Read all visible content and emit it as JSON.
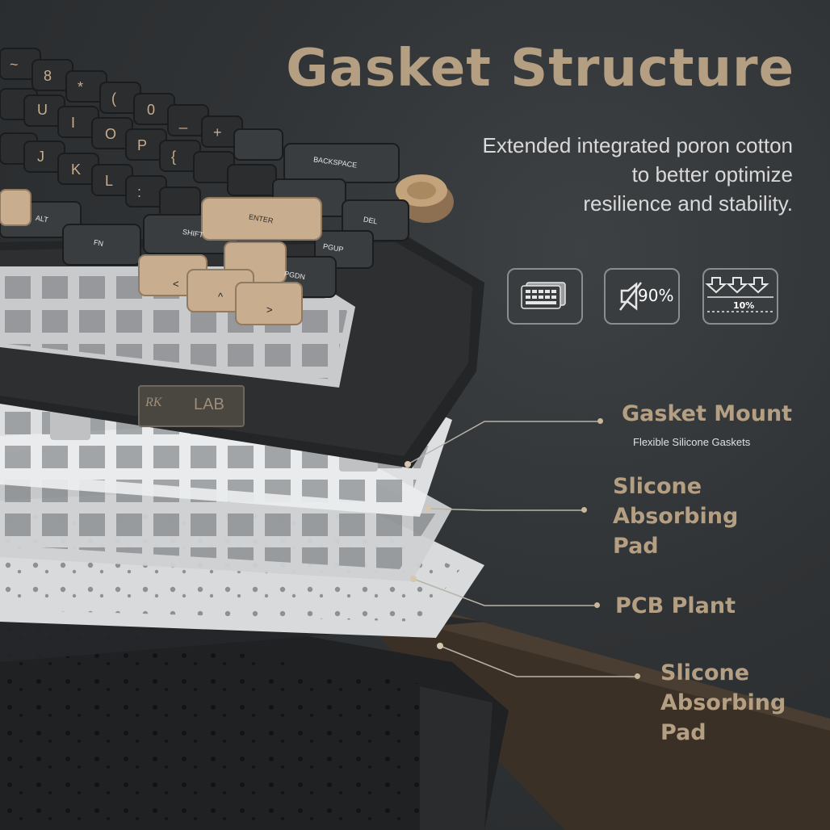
{
  "heading": {
    "title": "Gasket Structure",
    "description_lines": [
      "Extended integrated poron cotton",
      "to better optimize",
      "resilience and stability."
    ]
  },
  "feature_icons": [
    {
      "name": "poron-cotton-layers-icon"
    },
    {
      "name": "noise-reduction-icon",
      "text": "90%"
    },
    {
      "name": "pressure-absorb-icon",
      "text": "10%"
    }
  ],
  "layers": [
    {
      "label_lines": [
        "Gasket Mount"
      ],
      "caption": "Flexible Silicone Gaskets"
    },
    {
      "label_lines": [
        "Slicone",
        "Absorbing",
        "Pad"
      ]
    },
    {
      "label_lines": [
        "PCB Plant"
      ]
    },
    {
      "label_lines": [
        "Slicone",
        "Absorbing",
        "Pad"
      ]
    }
  ],
  "keycaps": {
    "backspace": "BACKSPACE",
    "enter": "ENTER",
    "del": "DEL",
    "alt": "ALT",
    "fn": "FN",
    "shift": "SHIFT",
    "pgup": "PGUP",
    "pgdn": "PGDN"
  },
  "badge": {
    "brand": "RK",
    "model": "LAB"
  },
  "colors": {
    "accent": "#b59f83",
    "background": "#303335",
    "keycap_dark": "#2b2d2f",
    "keycap_beige": "#c8ad8e"
  }
}
